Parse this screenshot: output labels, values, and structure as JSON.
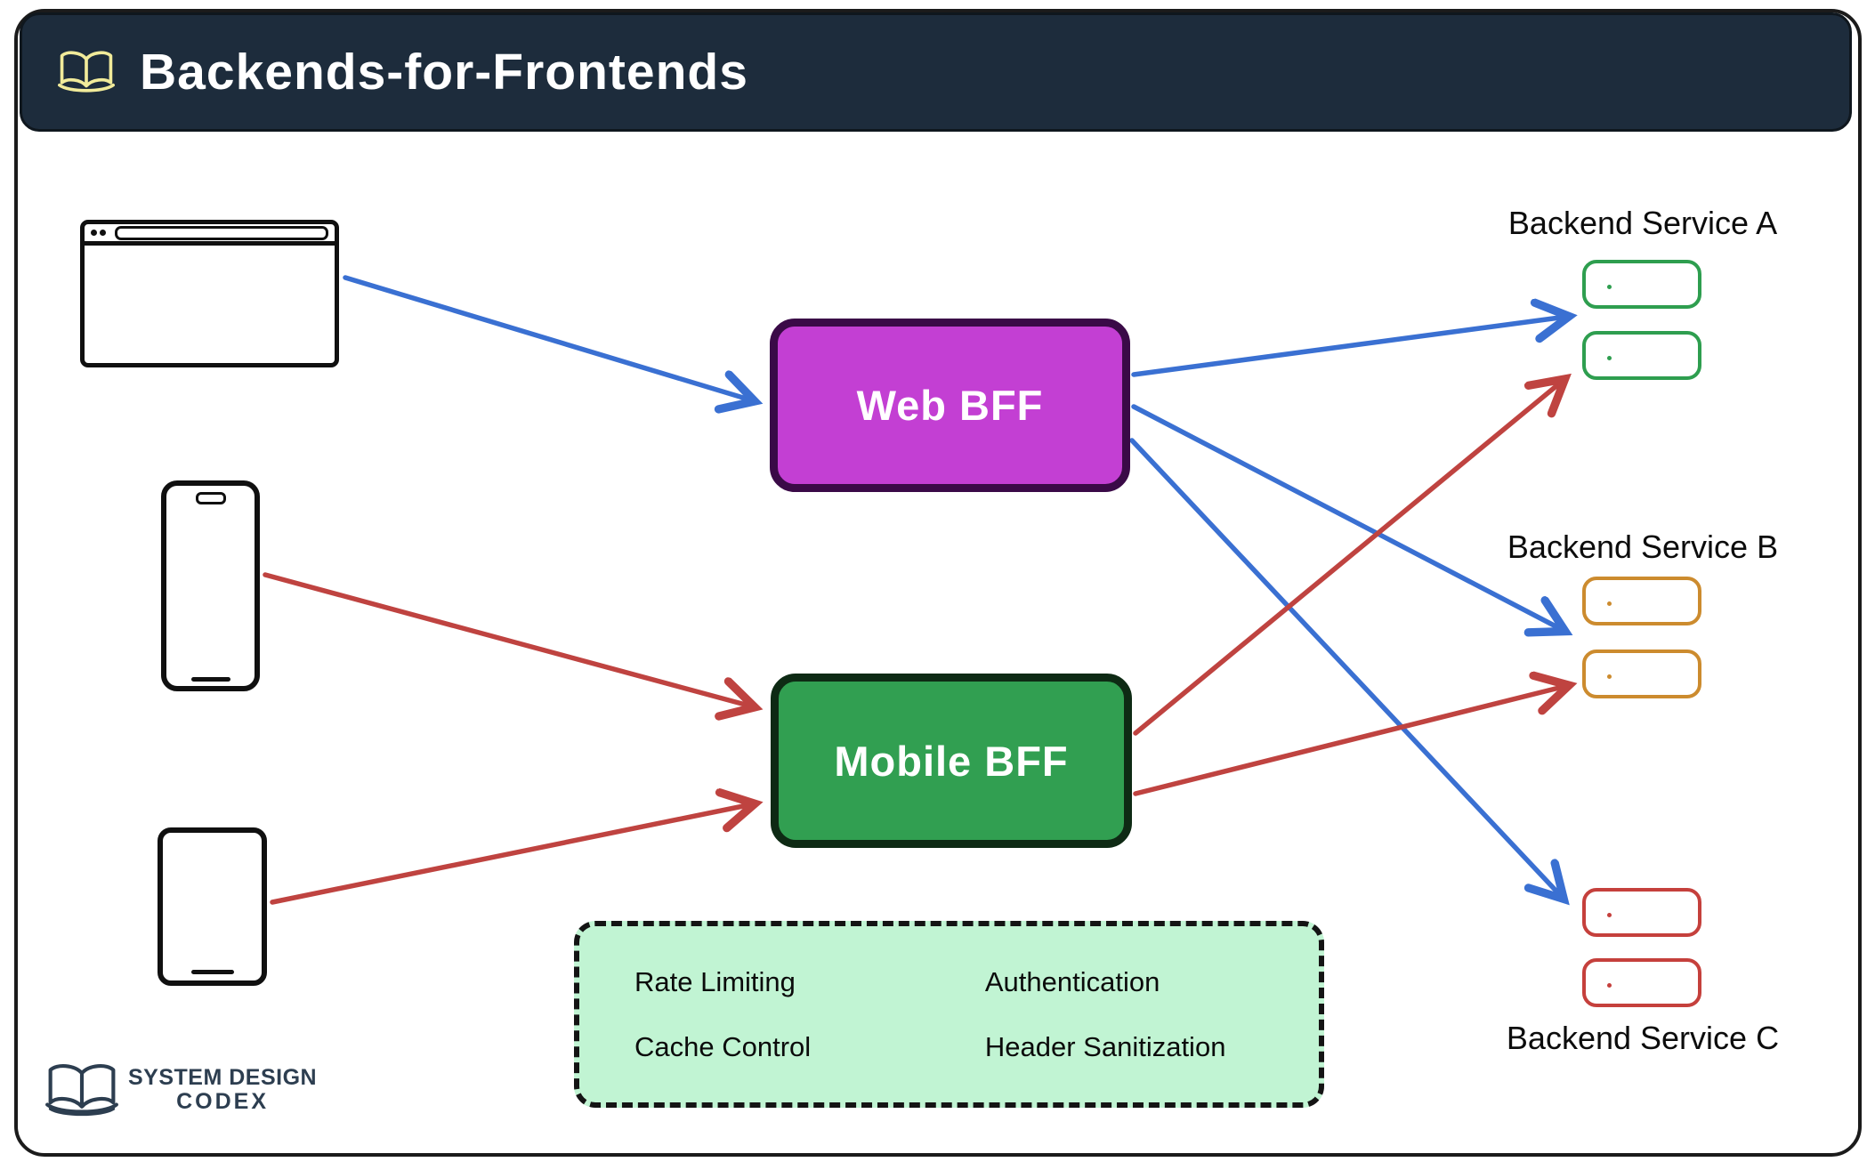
{
  "header": {
    "title": "Backends-for-Frontends",
    "icon": "open-book-icon",
    "bg_color": "#1d2c3c"
  },
  "clients": {
    "icons": [
      "web-browser-icon",
      "mobile-phone-icon",
      "tablet-icon"
    ]
  },
  "nodes": {
    "web_bff": {
      "label": "Web BFF",
      "fill": "#c33fd3",
      "border": "#3a0a47"
    },
    "mobile_bff": {
      "label": "Mobile BFF",
      "fill": "#319f51",
      "border": "#0e2a14"
    }
  },
  "backends": [
    {
      "label": "Backend Service A",
      "color": "#2e9e4f",
      "instances": 2
    },
    {
      "label": "Backend Service B",
      "color": "#cc8b2e",
      "instances": 2
    },
    {
      "label": "Backend Service C",
      "color": "#c5403c",
      "instances": 2
    }
  ],
  "connections": {
    "web_bff_arrow_color": "#3a70d2",
    "mobile_bff_arrow_color": "#bf4340",
    "edges": [
      "browser -> web_bff",
      "phone -> mobile_bff",
      "tablet -> mobile_bff",
      "web_bff -> backend_service_a",
      "web_bff -> backend_service_b",
      "web_bff -> backend_service_c",
      "mobile_bff -> backend_service_a",
      "mobile_bff -> backend_service_b"
    ]
  },
  "features": {
    "items": [
      "Rate Limiting",
      "Authentication",
      "Cache Control",
      "Header Sanitization"
    ],
    "bg_color": "#c1f4d3"
  },
  "logo": {
    "line1": "SYSTEM DESIGN",
    "line2": "CODEX",
    "icon": "open-book-icon"
  }
}
